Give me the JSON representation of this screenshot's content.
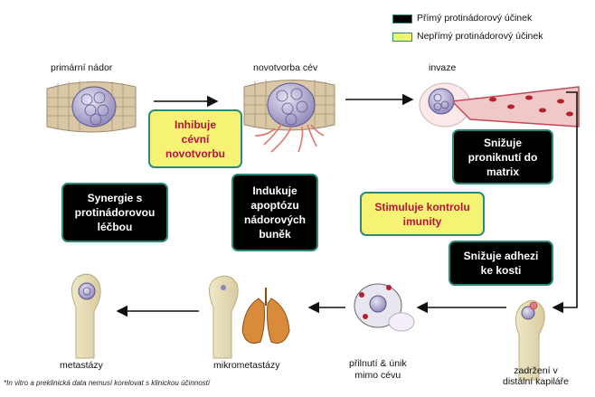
{
  "legend": {
    "direct_label": "Přímý protinádorový účinek",
    "indirect_label": "Nepřímý protinádorový účinek",
    "direct_color": "#000000",
    "indirect_color": "#f6f274",
    "border_color": "#2c8a7a"
  },
  "stages": {
    "primary_tumor": "primární nádor",
    "angiogenesis": "novotvorba cév",
    "invasion": "invaze",
    "arrest": "zadržení v\ndistální kapiláře",
    "adhesion": "přilnutí & únik\nmimo cévu",
    "micrometastases": "mikrometastázy",
    "metastases": "metastázy"
  },
  "effects": {
    "inhibit_angiogenesis": "Inhibuje\ncévní\nnovotvorbu",
    "reduce_matrix": "Snižuje\nproniknutí do\nmatrix",
    "immunity": "Stimuluje kontrolu\nimunity",
    "bone_adhesion": "Snižuje adhezi\nke kosti",
    "synergy": "Synergie s\nprotinádorovou\nléčbou",
    "apoptosis": "Indukuje\napoptózu\nnádorových\nbuněk"
  },
  "footnote": "*In vitro a preklinická data nemusí korelovat s klinickou účinností"
}
